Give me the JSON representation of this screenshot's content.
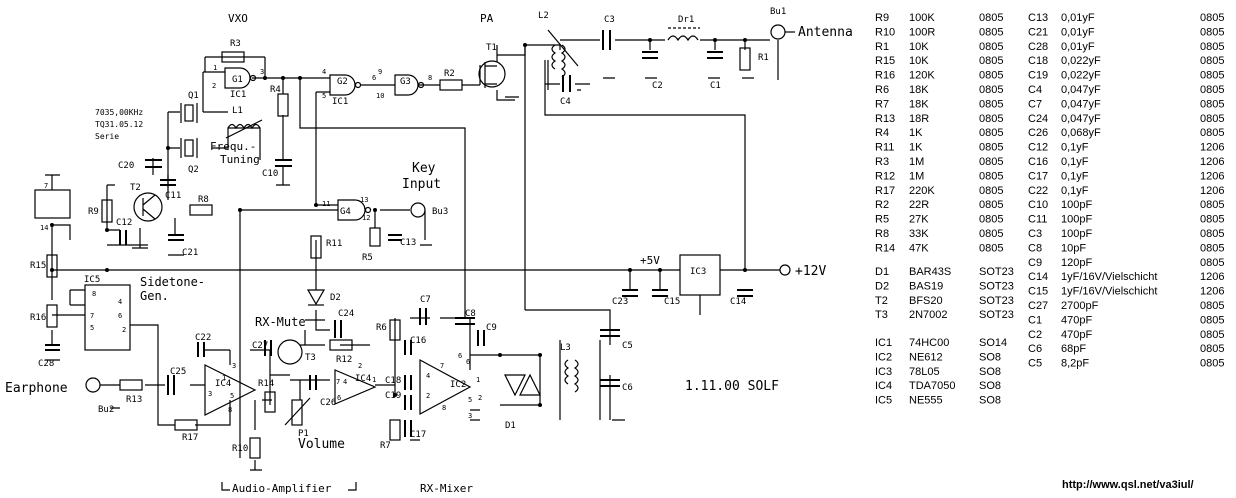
{
  "schematic": {
    "section_labels": {
      "vxo": "VXO",
      "pa": "PA",
      "antenna": "Antenna",
      "key_input": [
        "Key",
        "Input"
      ],
      "sidetone": [
        "Sidetone-",
        "Gen."
      ],
      "rx_mute": "RX-Mute",
      "earphone": "Earphone",
      "volume": "Volume",
      "audio_amplifier": "Audio-Amplifier",
      "rx_mixer": "RX-Mixer",
      "supply_5v": "+5V",
      "supply_12v": "+12V",
      "freq_tuning": [
        "Frequ.-",
        "Tuning"
      ],
      "crystal_note": [
        "7035,00KHz",
        "TQ31.05.12",
        "Serie"
      ],
      "date_sign": "1.11.00  SOLF",
      "url": "http://www.qsl.net/va3iul/"
    },
    "component_labels": [
      "R3",
      "G1",
      "IC1",
      "Q1",
      "L1",
      "Q2",
      "C20",
      "C11",
      "R4",
      "C10",
      "G2",
      "G3",
      "R2",
      "T1",
      "L2",
      "C3",
      "Dr1",
      "C2",
      "C1",
      "R1",
      "Bu1",
      "C4",
      "IC1",
      "T2",
      "R9",
      "C12",
      "C21",
      "R8",
      "G4",
      "Bu3",
      "C13",
      "R5",
      "R11",
      "D2",
      "R15",
      "IC5",
      "R16",
      "C28",
      "IC3",
      "C23",
      "C15",
      "C14",
      "C22",
      "C27",
      "T3",
      "R12",
      "C24",
      "C7",
      "C8",
      "R6",
      "C9",
      "C16",
      "C18",
      "C19",
      "C17",
      "IC4",
      "IC4",
      "IC2",
      "L3",
      "D1",
      "C5",
      "C6",
      "R14",
      "C26",
      "P1",
      "R10",
      "R13",
      "Bu2",
      "C25",
      "R17",
      "R7"
    ],
    "pin_labels": [
      "1",
      "2",
      "3",
      "4",
      "5",
      "6",
      "9",
      "10",
      "8",
      "11",
      "13",
      "12",
      "14",
      "7",
      "8",
      "7",
      "4",
      "6",
      "5",
      "2",
      "3",
      "1",
      "8",
      "3",
      "5",
      "2",
      "4",
      "6",
      "7",
      "1",
      "4",
      "2",
      "6",
      "5",
      "1",
      "2",
      "3",
      "8",
      "7",
      "6"
    ]
  },
  "bom": {
    "resistors": [
      {
        "ref": "R9",
        "value": "100K",
        "pkg": "0805"
      },
      {
        "ref": "R10",
        "value": "100R",
        "pkg": "0805"
      },
      {
        "ref": "R1",
        "value": "10K",
        "pkg": "0805"
      },
      {
        "ref": "R15",
        "value": "10K",
        "pkg": "0805"
      },
      {
        "ref": "R16",
        "value": "120K",
        "pkg": "0805"
      },
      {
        "ref": "R6",
        "value": "18K",
        "pkg": "0805"
      },
      {
        "ref": "R7",
        "value": "18K",
        "pkg": "0805"
      },
      {
        "ref": "R13",
        "value": "18R",
        "pkg": "0805"
      },
      {
        "ref": "R4",
        "value": "1K",
        "pkg": "0805"
      },
      {
        "ref": "R11",
        "value": "1K",
        "pkg": "0805"
      },
      {
        "ref": "R3",
        "value": "1M",
        "pkg": "0805"
      },
      {
        "ref": "R12",
        "value": "1M",
        "pkg": "0805"
      },
      {
        "ref": "R17",
        "value": "220K",
        "pkg": "0805"
      },
      {
        "ref": "R2",
        "value": "22R",
        "pkg": "0805"
      },
      {
        "ref": "R5",
        "value": "27K",
        "pkg": "0805"
      },
      {
        "ref": "R8",
        "value": "33K",
        "pkg": "0805"
      },
      {
        "ref": "R14",
        "value": "47K",
        "pkg": "0805"
      }
    ],
    "capacitors": [
      {
        "ref": "C13",
        "value": "0,01yF",
        "pkg": "0805"
      },
      {
        "ref": "C21",
        "value": "0,01yF",
        "pkg": "0805"
      },
      {
        "ref": "C28",
        "value": "0,01yF",
        "pkg": "0805"
      },
      {
        "ref": "C18",
        "value": "0,022yF",
        "pkg": "0805"
      },
      {
        "ref": "C19",
        "value": "0,022yF",
        "pkg": "0805"
      },
      {
        "ref": "C4",
        "value": "0,047yF",
        "pkg": "0805"
      },
      {
        "ref": "C7",
        "value": "0,047yF",
        "pkg": "0805"
      },
      {
        "ref": "C24",
        "value": "0,047yF",
        "pkg": "0805"
      },
      {
        "ref": "C26",
        "value": "0,068yF",
        "pkg": "0805"
      },
      {
        "ref": "C12",
        "value": "0,1yF",
        "pkg": "1206"
      },
      {
        "ref": "C16",
        "value": "0,1yF",
        "pkg": "1206"
      },
      {
        "ref": "C17",
        "value": "0,1yF",
        "pkg": "1206"
      },
      {
        "ref": "C22",
        "value": "0,1yF",
        "pkg": "1206"
      },
      {
        "ref": "C10",
        "value": "100pF",
        "pkg": "0805"
      },
      {
        "ref": "C11",
        "value": "100pF",
        "pkg": "0805"
      },
      {
        "ref": "C3",
        "value": "100pF",
        "pkg": "0805"
      },
      {
        "ref": "C8",
        "value": "10pF",
        "pkg": "0805"
      },
      {
        "ref": "C9",
        "value": "120pF",
        "pkg": "0805"
      },
      {
        "ref": "C14",
        "value": "1yF/16V/Vielschicht",
        "pkg": "1206"
      },
      {
        "ref": "C15",
        "value": "1yF/16V/Vielschicht",
        "pkg": "1206"
      },
      {
        "ref": "C27",
        "value": "2700pF",
        "pkg": "0805"
      },
      {
        "ref": "C1",
        "value": "470pF",
        "pkg": "0805"
      },
      {
        "ref": "C2",
        "value": "470pF",
        "pkg": "0805"
      },
      {
        "ref": "C6",
        "value": "68pF",
        "pkg": "0805"
      },
      {
        "ref": "C5",
        "value": "8,2pF",
        "pkg": "0805"
      }
    ],
    "semis": [
      {
        "ref": "D1",
        "value": "BAR43S",
        "pkg": "SOT23"
      },
      {
        "ref": "D2",
        "value": "BAS19",
        "pkg": "SOT23"
      },
      {
        "ref": "T2",
        "value": "BFS20",
        "pkg": "SOT23"
      },
      {
        "ref": "T3",
        "value": "2N7002",
        "pkg": "SOT23"
      }
    ],
    "ics": [
      {
        "ref": "IC1",
        "value": "74HC00",
        "pkg": "SO14"
      },
      {
        "ref": "IC2",
        "value": "NE612",
        "pkg": "SO8"
      },
      {
        "ref": "IC3",
        "value": "78L05",
        "pkg": "SO8"
      },
      {
        "ref": "IC4",
        "value": "TDA7050",
        "pkg": "SO8"
      },
      {
        "ref": "IC5",
        "value": "NE555",
        "pkg": "SO8"
      }
    ]
  }
}
